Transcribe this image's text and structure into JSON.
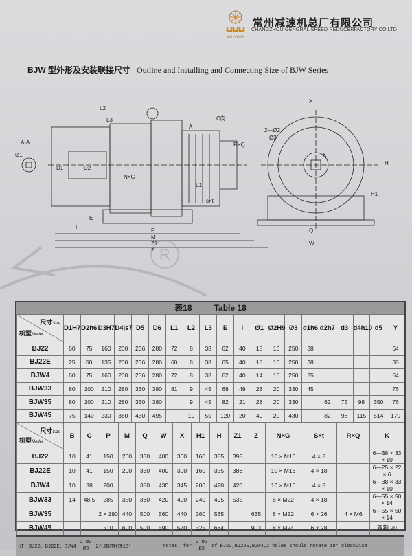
{
  "header": {
    "logo_text": "WUXING",
    "company_cn": "常州减速机总厂有限公司",
    "company_en": "CHANGZHOU GENGRAL SPEED REDUCERFACTORY CO.LTD"
  },
  "section": {
    "title_cn": "BJW 型外形及安装联接尺寸",
    "title_en": "Outline and Installing and Connecting Size of BJW Series"
  },
  "drawing": {
    "labels": [
      "L2",
      "L3",
      "A-A",
      "Ø1",
      "D1",
      "D2",
      "C向",
      "A",
      "R×Q",
      "N×G",
      "s×t",
      "E",
      "I",
      "P",
      "M",
      "Z1",
      "Z",
      "L1",
      "X",
      "2—Ø2",
      "Ø3",
      "K",
      "H",
      "H1",
      "Q",
      "W"
    ]
  },
  "table": {
    "title_cn": "表18",
    "title_en": "Table 18",
    "size_cn": "尺寸",
    "size_en": "Size",
    "model_cn": "机型",
    "model_en": "Model",
    "part1": {
      "headers": [
        "D1H7",
        "D2h6",
        "D3H7",
        "D4js7",
        "D5",
        "D6",
        "L1",
        "L2",
        "L3",
        "E",
        "I",
        "Ø1",
        "Ø2H9",
        "Ø3",
        "d1h6",
        "d2h7",
        "d3",
        "d4h10",
        "d5",
        "Y"
      ],
      "rows": [
        {
          "model": "BJ22",
          "cells": [
            "60",
            "75",
            "160",
            "200",
            "236",
            "280",
            "72",
            "8",
            "38",
            "62",
            "40",
            "18",
            "16",
            "250",
            "38",
            "",
            "",
            "",
            "",
            "64"
          ]
        },
        {
          "model": "BJ22E",
          "cells": [
            "25",
            "50",
            "135",
            "200",
            "236",
            "280",
            "60",
            "8",
            "38",
            "65",
            "40",
            "18",
            "16",
            "250",
            "38",
            "",
            "",
            "",
            "",
            "30"
          ]
        },
        {
          "model": "BJW4",
          "cells": [
            "60",
            "75",
            "160",
            "200",
            "236",
            "280",
            "72",
            "8",
            "38",
            "62",
            "40",
            "14",
            "16",
            "250",
            "35",
            "",
            "",
            "",
            "",
            "64"
          ]
        },
        {
          "model": "BJW33",
          "cells": [
            "80",
            "100",
            "210",
            "280",
            "330",
            "380",
            "81",
            "9",
            "45",
            "68",
            "49",
            "28",
            "20",
            "330",
            "45",
            "",
            "",
            "",
            "",
            "76"
          ]
        },
        {
          "model": "BJW35",
          "cells": [
            "80",
            "100",
            "210",
            "280",
            "330",
            "380",
            "",
            "9",
            "45",
            "82",
            "21",
            "28",
            "20",
            "330",
            "",
            "62",
            "75",
            "98",
            "350",
            "76"
          ]
        },
        {
          "model": "BJW45",
          "cells": [
            "75",
            "140",
            "230",
            "360",
            "430",
            "495",
            "",
            "10",
            "50",
            "120",
            "20",
            "40",
            "20",
            "430",
            "",
            "82",
            "98",
            "115",
            "514",
            "170"
          ]
        }
      ]
    },
    "part2": {
      "headers": [
        "B",
        "C",
        "P",
        "M",
        "Q",
        "W",
        "X",
        "H1",
        "H",
        "Z1",
        "Z",
        "N×G",
        "S×t",
        "R×Q",
        "K"
      ],
      "rows": [
        {
          "model": "BJ22",
          "cells": [
            "10",
            "41",
            "150",
            "200",
            "330",
            "400",
            "300",
            "160",
            "355",
            "395",
            "",
            "10 × M16",
            "4 × 8",
            "",
            "6—38 × 33 × 10"
          ]
        },
        {
          "model": "BJ22E",
          "cells": [
            "10",
            "41",
            "150",
            "200",
            "330",
            "400",
            "300",
            "160",
            "355",
            "386",
            "",
            "10 × M16",
            "4 × 18",
            "",
            "6—25 × 22 × 6"
          ]
        },
        {
          "model": "BJW4",
          "cells": [
            "10",
            "38",
            "200",
            "",
            "380",
            "430",
            "345",
            "200",
            "420",
            "420",
            "",
            "10 × M16",
            "4 × 8",
            "",
            "6—38 × 33 × 10"
          ]
        },
        {
          "model": "BJW33",
          "cells": [
            "14",
            "48.5",
            "285",
            "350",
            "360",
            "420",
            "400",
            "240",
            "495",
            "535",
            "",
            "8 × M22",
            "4 × 18",
            "",
            "6—55 × 50 × 14"
          ]
        },
        {
          "model": "BJW35",
          "cells": [
            "",
            "",
            "2 × 190",
            "440",
            "500",
            "560",
            "440",
            "260",
            "535",
            "",
            "635",
            "8 × M22",
            "6 × 26",
            "4 × M6",
            "6—55 × 50 × 14"
          ]
        },
        {
          "model": "BJW45",
          "cells": [
            "",
            "",
            "510",
            "600",
            "500",
            "590",
            "570",
            "325",
            "684",
            "",
            "903",
            "8 × M24",
            "6 × 28",
            "",
            "双键 20"
          ]
        }
      ]
    },
    "note": {
      "cn_prefix": "注：BJ22、BJ22E、BJW4",
      "frac_num": "2—Ø2",
      "frac_den": "Ø3",
      "cn_suffix": "2孔顺时针转18°",
      "en_prefix": "Notes: for",
      "en_suffix": "of BJ22,BJ22E,BJW4,2 holes should rotate 18° clockwise"
    }
  }
}
